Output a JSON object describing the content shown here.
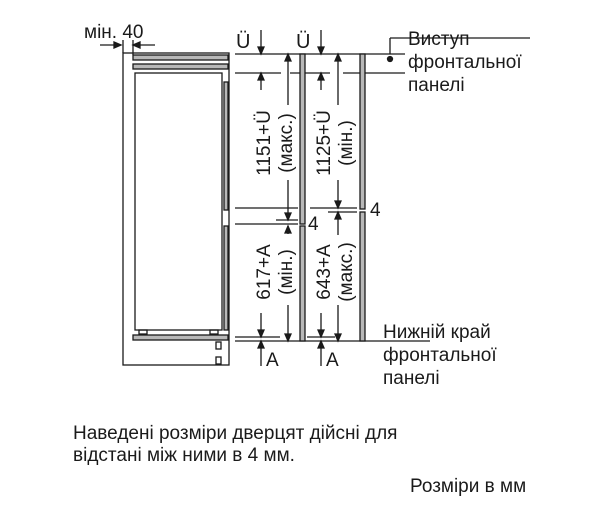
{
  "diagram": {
    "type": "built-in fridge installation dimensions",
    "labels": {
      "min_gap": "мін. 40",
      "u_left": "Ü",
      "u_right": "Ü",
      "protrusion_line1": "Виступ",
      "protrusion_line2": "фронтальної",
      "protrusion_line3": "панелі",
      "bottom_edge_line1": "Нижній край",
      "bottom_edge_line2": "фронтальної",
      "bottom_edge_line3": "панелі",
      "gap_left": "4",
      "gap_right": "4",
      "a_left": "A",
      "a_right": "A"
    },
    "dimensions": {
      "upper_left_value": "1151+Ü",
      "upper_left_note": "(макс.)",
      "upper_right_value": "1125+Ü",
      "upper_right_note": "(мін.)",
      "lower_left_value": "617+A",
      "lower_left_note": "(мін.)",
      "lower_right_value": "643+A",
      "lower_right_note": "(макс.)"
    },
    "colors": {
      "line": "#1a1a1a",
      "panel_fill": "#b8b8b8",
      "background": "#ffffff"
    }
  },
  "notes": {
    "line1": "Наведені розміри дверцят дійсні для",
    "line2": "відстані між ними в 4 мм.",
    "units": "Розміри в мм"
  }
}
